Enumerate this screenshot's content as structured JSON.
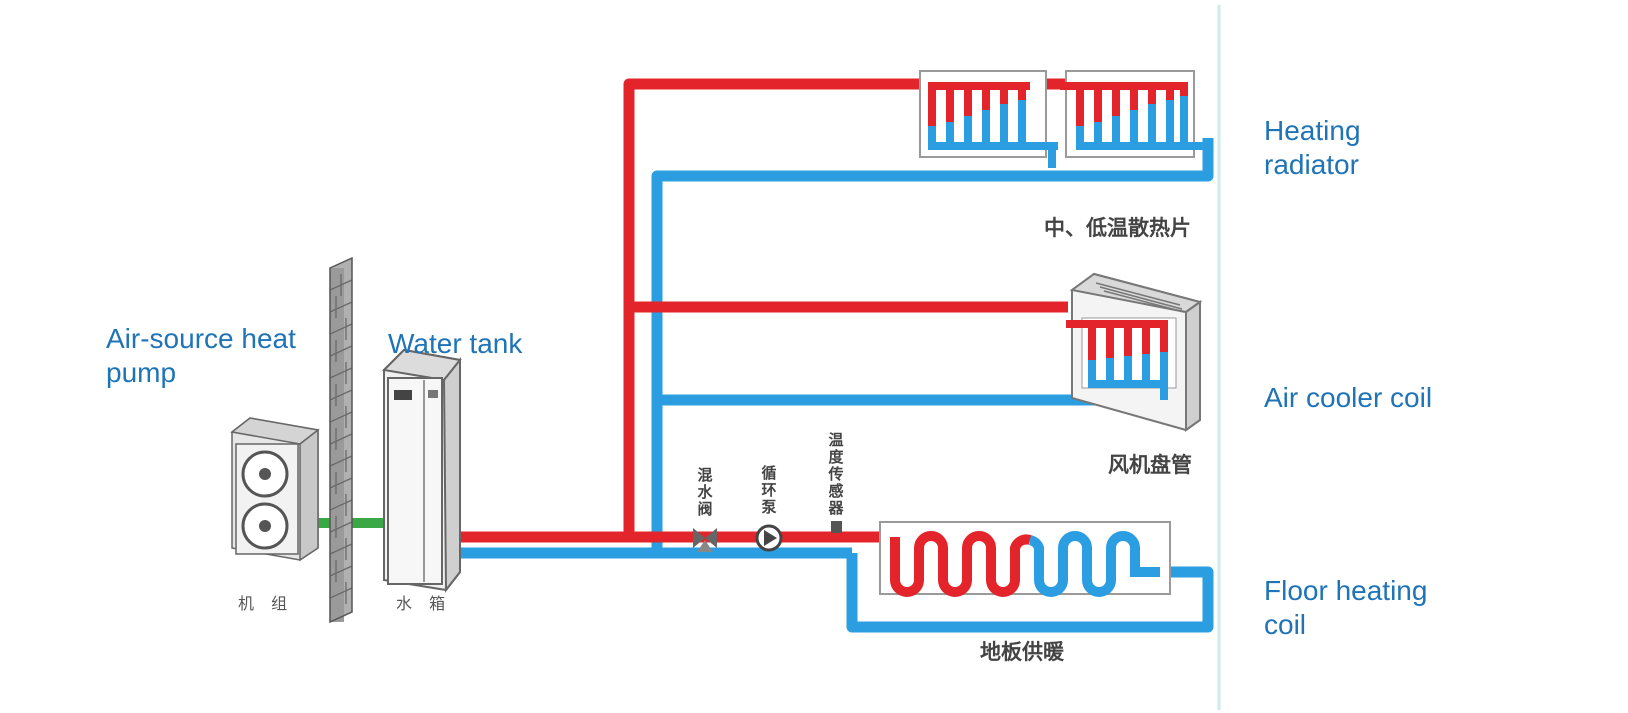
{
  "labels": {
    "heat_pump": "Air-source heat pump",
    "water_tank": "Water tank",
    "heating_radiator": "Heating radiator",
    "air_cooler_coil": "Air cooler coil",
    "floor_heating_coil": "Floor heating coil"
  },
  "chinese_labels": {
    "unit": "机 组",
    "tank": "水 箱",
    "radiator": "中、低温散热片",
    "fan_coil": "风机盘管",
    "floor_heating": "地板供暖",
    "mixing_valve": "混水阀",
    "circulation_pump": "循环泵",
    "temp_sensor": "温度传感器"
  },
  "colors": {
    "supply_pipe": "#e3252b",
    "return_pipe": "#2a9ee0",
    "link_pipe": "#39a845",
    "label_blue": "#1f73b7",
    "divider": "#cfeaea"
  }
}
